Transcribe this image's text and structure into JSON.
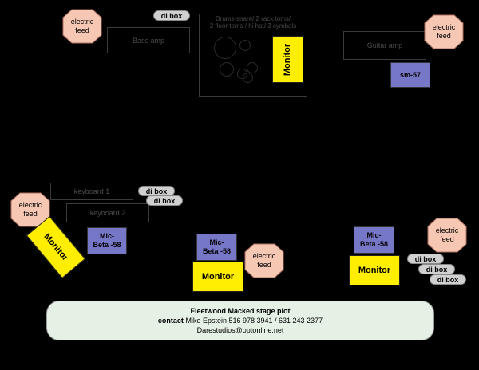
{
  "colors": {
    "background": "#000000",
    "monitor": "#ffee00",
    "mic": "#7777c8",
    "electric_feed": "#f6c8b4",
    "di_box": "#d0d0d0",
    "contact_box": "#e6f1e6"
  },
  "electric_feed_label": {
    "line1": "electric",
    "line2": "feed"
  },
  "di_box_label": "di box",
  "amps": {
    "bass": "Bass amp",
    "guitar": "Guitar amp"
  },
  "drums": {
    "line1": "Drums-snare/ 2 rack toms/",
    "line2": "2 floor toms / hi hat/ 3 cymbals"
  },
  "monitor_label": "Monitor",
  "mics": {
    "guitar": "sm-57",
    "mic_line1": "Mic-",
    "mic_line2": "Beta -58"
  },
  "keyboards": {
    "k1": "keyboard 1",
    "k2": "keyboard 2"
  },
  "contact": {
    "title": "Fleetwood Macked stage plot",
    "contact_label": "contact",
    "contact_text": "Mike Epstein 516 978 3941 / 631 243 2377",
    "email": "Darestudios@optonline.net"
  }
}
